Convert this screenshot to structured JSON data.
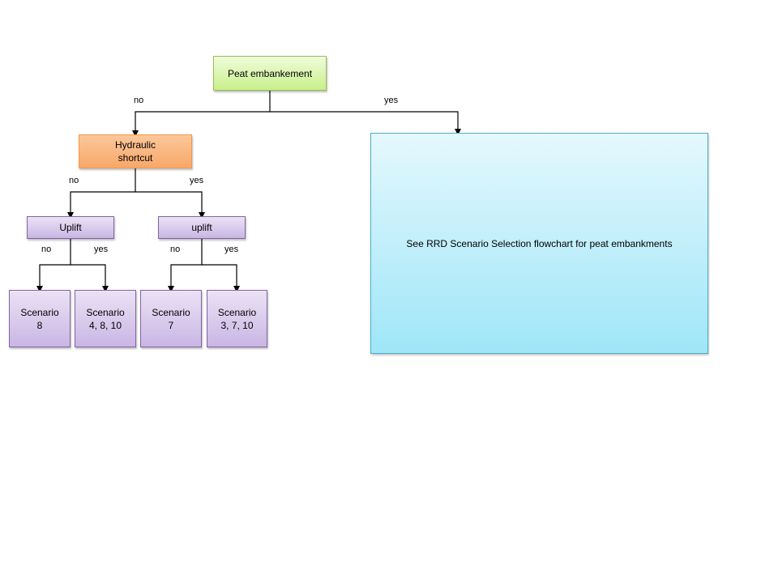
{
  "nodes": {
    "root": "Peat embankement",
    "hydraulic": "Hydraulic\nshortcut",
    "uplift_left": "Uplift",
    "uplift_right": "uplift",
    "scenario_a": "Scenario\n8",
    "scenario_b": "Scenario\n4, 8, 10",
    "scenario_c": "Scenario\n7",
    "scenario_d": "Scenario\n3, 7, 10",
    "rrd_box": "See RRD Scenario Selection flowchart for peat embankments"
  },
  "edges": {
    "root_no": "no",
    "root_yes": "yes",
    "hydraulic_no": "no",
    "hydraulic_yes": "yes",
    "uplift_left_no": "no",
    "uplift_left_yes": "yes",
    "uplift_right_no": "no",
    "uplift_right_yes": "yes"
  },
  "colors": {
    "root": "#c8f08a",
    "hydraulic": "#f7a86a",
    "uplift": "#c9b6e4",
    "scenario": "#c9b6e4",
    "rrd_box": "#9fe6f8",
    "connector": "#000000"
  }
}
